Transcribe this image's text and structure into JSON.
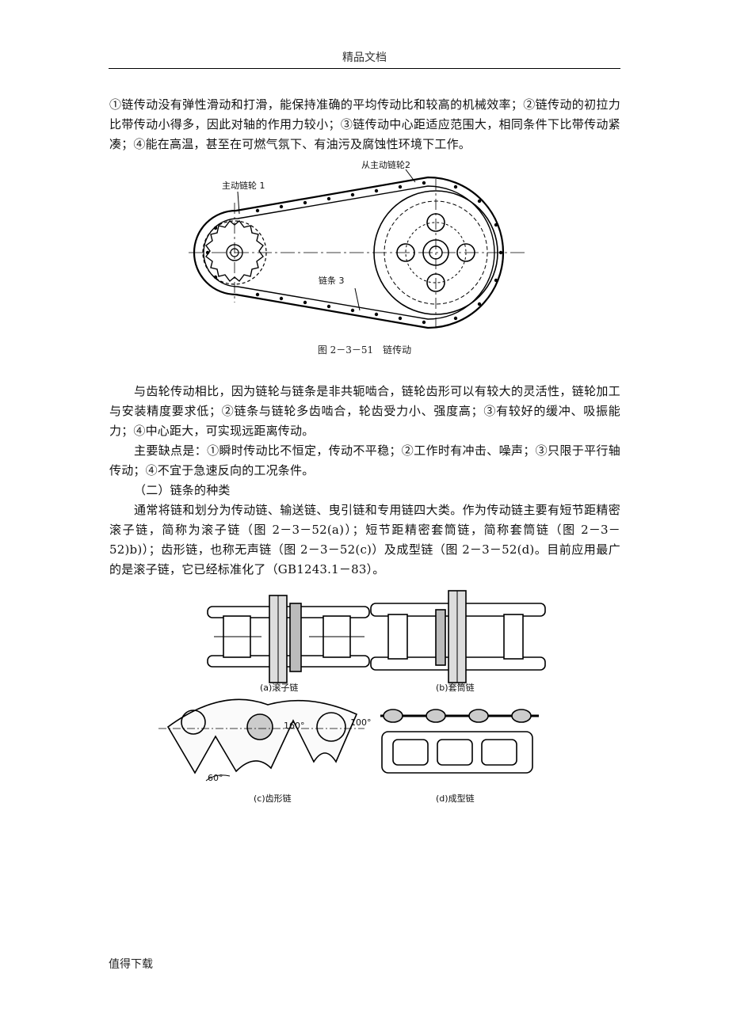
{
  "header": {
    "title": "精品文档"
  },
  "paragraphs": {
    "p1": "①链传动没有弹性滑动和打滑，能保持准确的平均传动比和较高的机械效率；②链传动的初拉力比带传动小得多，因此对轴的作用力较小；③链传动中心距适应范围大，相同条件下比带传动紧凑；④能在高温，甚至在可燃气氛下、有油污及腐蚀性环境下工作。",
    "p2": "与齿轮传动相比，因为链轮与链条是非共轭啮合，链轮齿形可以有较大的灵活性，链轮加工与安装精度要求低；②链条与链轮多齿啮合，轮齿受力小、强度高；③有较好的缓冲、吸振能力；④中心距大，可实现远距离传动。",
    "p3": "主要缺点是：①瞬时传动比不恒定，传动不平稳；②工作时有冲击、噪声；③只限于平行轴传动；④不宜于急速反向的工况条件。",
    "p4": "（二）链条的种类",
    "p5": "通常将链和划分为传动链、输送链、曳引链和专用链四大类。作为传动链主要有短节距精密滚子链，简称为滚子链（图 2－3－52(a)）；短节距精密套筒链，简称套筒链（图 2－3－52)b)）；齿形链，也称无声链（图 2－3－52(c)）及成型链（图 2－3－52(d)。目前应用最广的是滚子链，它已经标准化了（GB1243.1－83）。"
  },
  "figure1": {
    "caption": "图 2－3－51　链传动",
    "label_driving": "主动链轮 1",
    "label_driven": "从主动链轮2",
    "label_chain": "链条 3"
  },
  "figure2": {
    "label_a": "(a)滚子链",
    "label_b": "(b)套筒链",
    "label_c": "(c)齿形链",
    "label_d": "(d)成型链",
    "angle_60": "60°",
    "angle_160": "160°",
    "angle_100": "100°"
  },
  "footer": {
    "text": "值得下载"
  }
}
